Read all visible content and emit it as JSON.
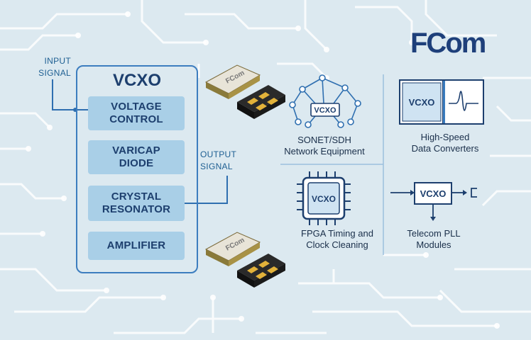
{
  "brand": {
    "logo_text": "FCom",
    "color": "#1e3f7a"
  },
  "colors": {
    "background": "#dce9f0",
    "trace": "#ffffff",
    "accent_blue": "#3c7dbf",
    "block_fill": "#a9cfe7",
    "dark_text": "#1d3f6e"
  },
  "vcxo_block": {
    "title": "VCXO",
    "input_signal": "INPUT\nSIGNAL",
    "output_signal": "OUTPUT\nSIGNAL",
    "components": [
      "VOLTAGE\nCONTROL",
      "VARICAP\nDIODE",
      "CRYSTAL\nRESONATOR",
      "AMPLIFIER"
    ]
  },
  "chips": {
    "top_marking": "FCom",
    "bottom_marking": "FCom"
  },
  "applications": {
    "sonet": {
      "icon_label": "VCXO",
      "label": "SONET/SDH\nNetwork Equipment"
    },
    "converters": {
      "icon_label": "VCXO",
      "label": "High-Speed\nData Converters"
    },
    "fpga": {
      "icon_label": "VCXO",
      "label": "FPGA Timing and\nClock Cleaning"
    },
    "pll": {
      "icon_label": "VCXO",
      "label": "Telecom PLL\nModules"
    }
  }
}
